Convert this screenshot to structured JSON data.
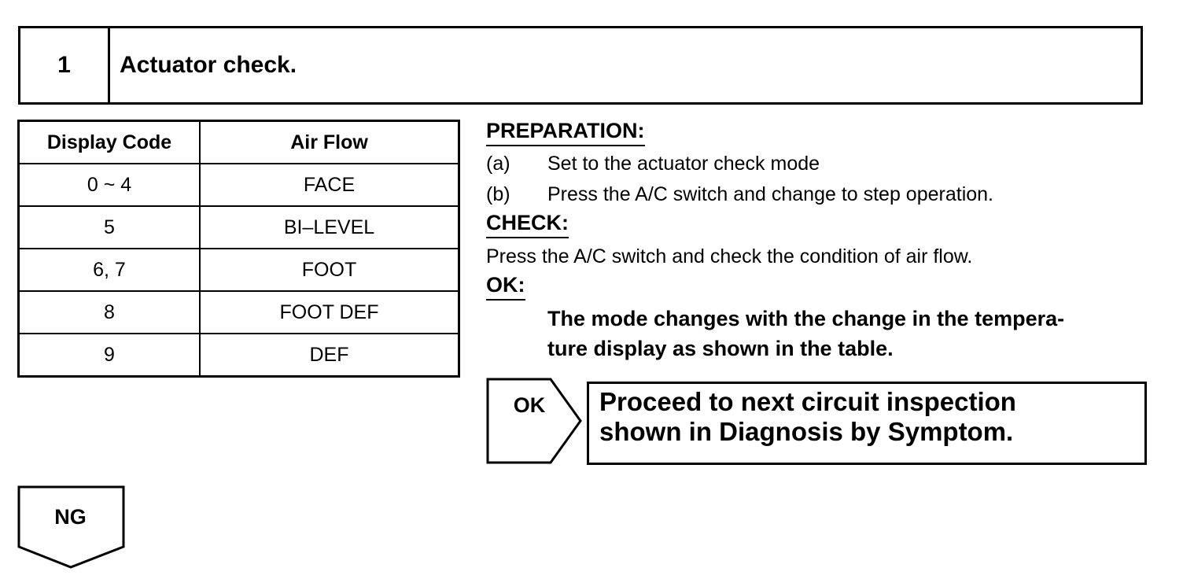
{
  "step": {
    "number": "1",
    "title": "Actuator check."
  },
  "table": {
    "headers": [
      "Display Code",
      "Air Flow"
    ],
    "rows": [
      [
        "0 ~ 4",
        "FACE"
      ],
      [
        "5",
        "BI–LEVEL"
      ],
      [
        "6, 7",
        "FOOT"
      ],
      [
        "8",
        "FOOT DEF"
      ],
      [
        "9",
        "DEF"
      ]
    ]
  },
  "preparation": {
    "heading": "PREPARATION:",
    "items": [
      {
        "label": "(a)",
        "text": "Set to the actuator check mode"
      },
      {
        "label": "(b)",
        "text": "Press the A/C switch and change to step operation."
      }
    ]
  },
  "check": {
    "heading": "CHECK:",
    "text": "Press the A/C switch and check the condition of air flow."
  },
  "ok_section": {
    "heading": "OK:",
    "text_line1": "The mode changes with the change in the tempera-",
    "text_line2": "ture display as shown in the table."
  },
  "ok_result": {
    "label": "OK",
    "line1": "Proceed to next circuit inspection",
    "line2": "shown in Diagnosis by Symptom."
  },
  "ng": {
    "label": "NG"
  }
}
